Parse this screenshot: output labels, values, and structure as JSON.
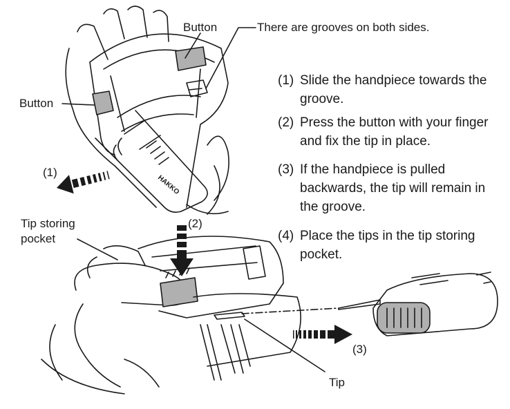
{
  "callouts": {
    "button_top": "Button",
    "grooves": "There are grooves on both sides.",
    "button_left": "Button",
    "arrow_1": "(1)",
    "arrow_2": "(2)",
    "arrow_3": "(3)",
    "tip_pocket_line1": "Tip storing",
    "tip_pocket_line2": "pocket",
    "tip": "Tip"
  },
  "steps": [
    {
      "num": "(1)",
      "text": "Slide the handpiece towards the groove."
    },
    {
      "num": "(2)",
      "text": "Press the button with your finger and fix the tip in place."
    },
    {
      "num": "(3)",
      "text": "If the handpiece is pulled backwards, the tip will remain in the groove."
    },
    {
      "num": "(4)",
      "text": "Place the tips in the tip storing pocket."
    }
  ],
  "brand_mark": "HAKKO"
}
